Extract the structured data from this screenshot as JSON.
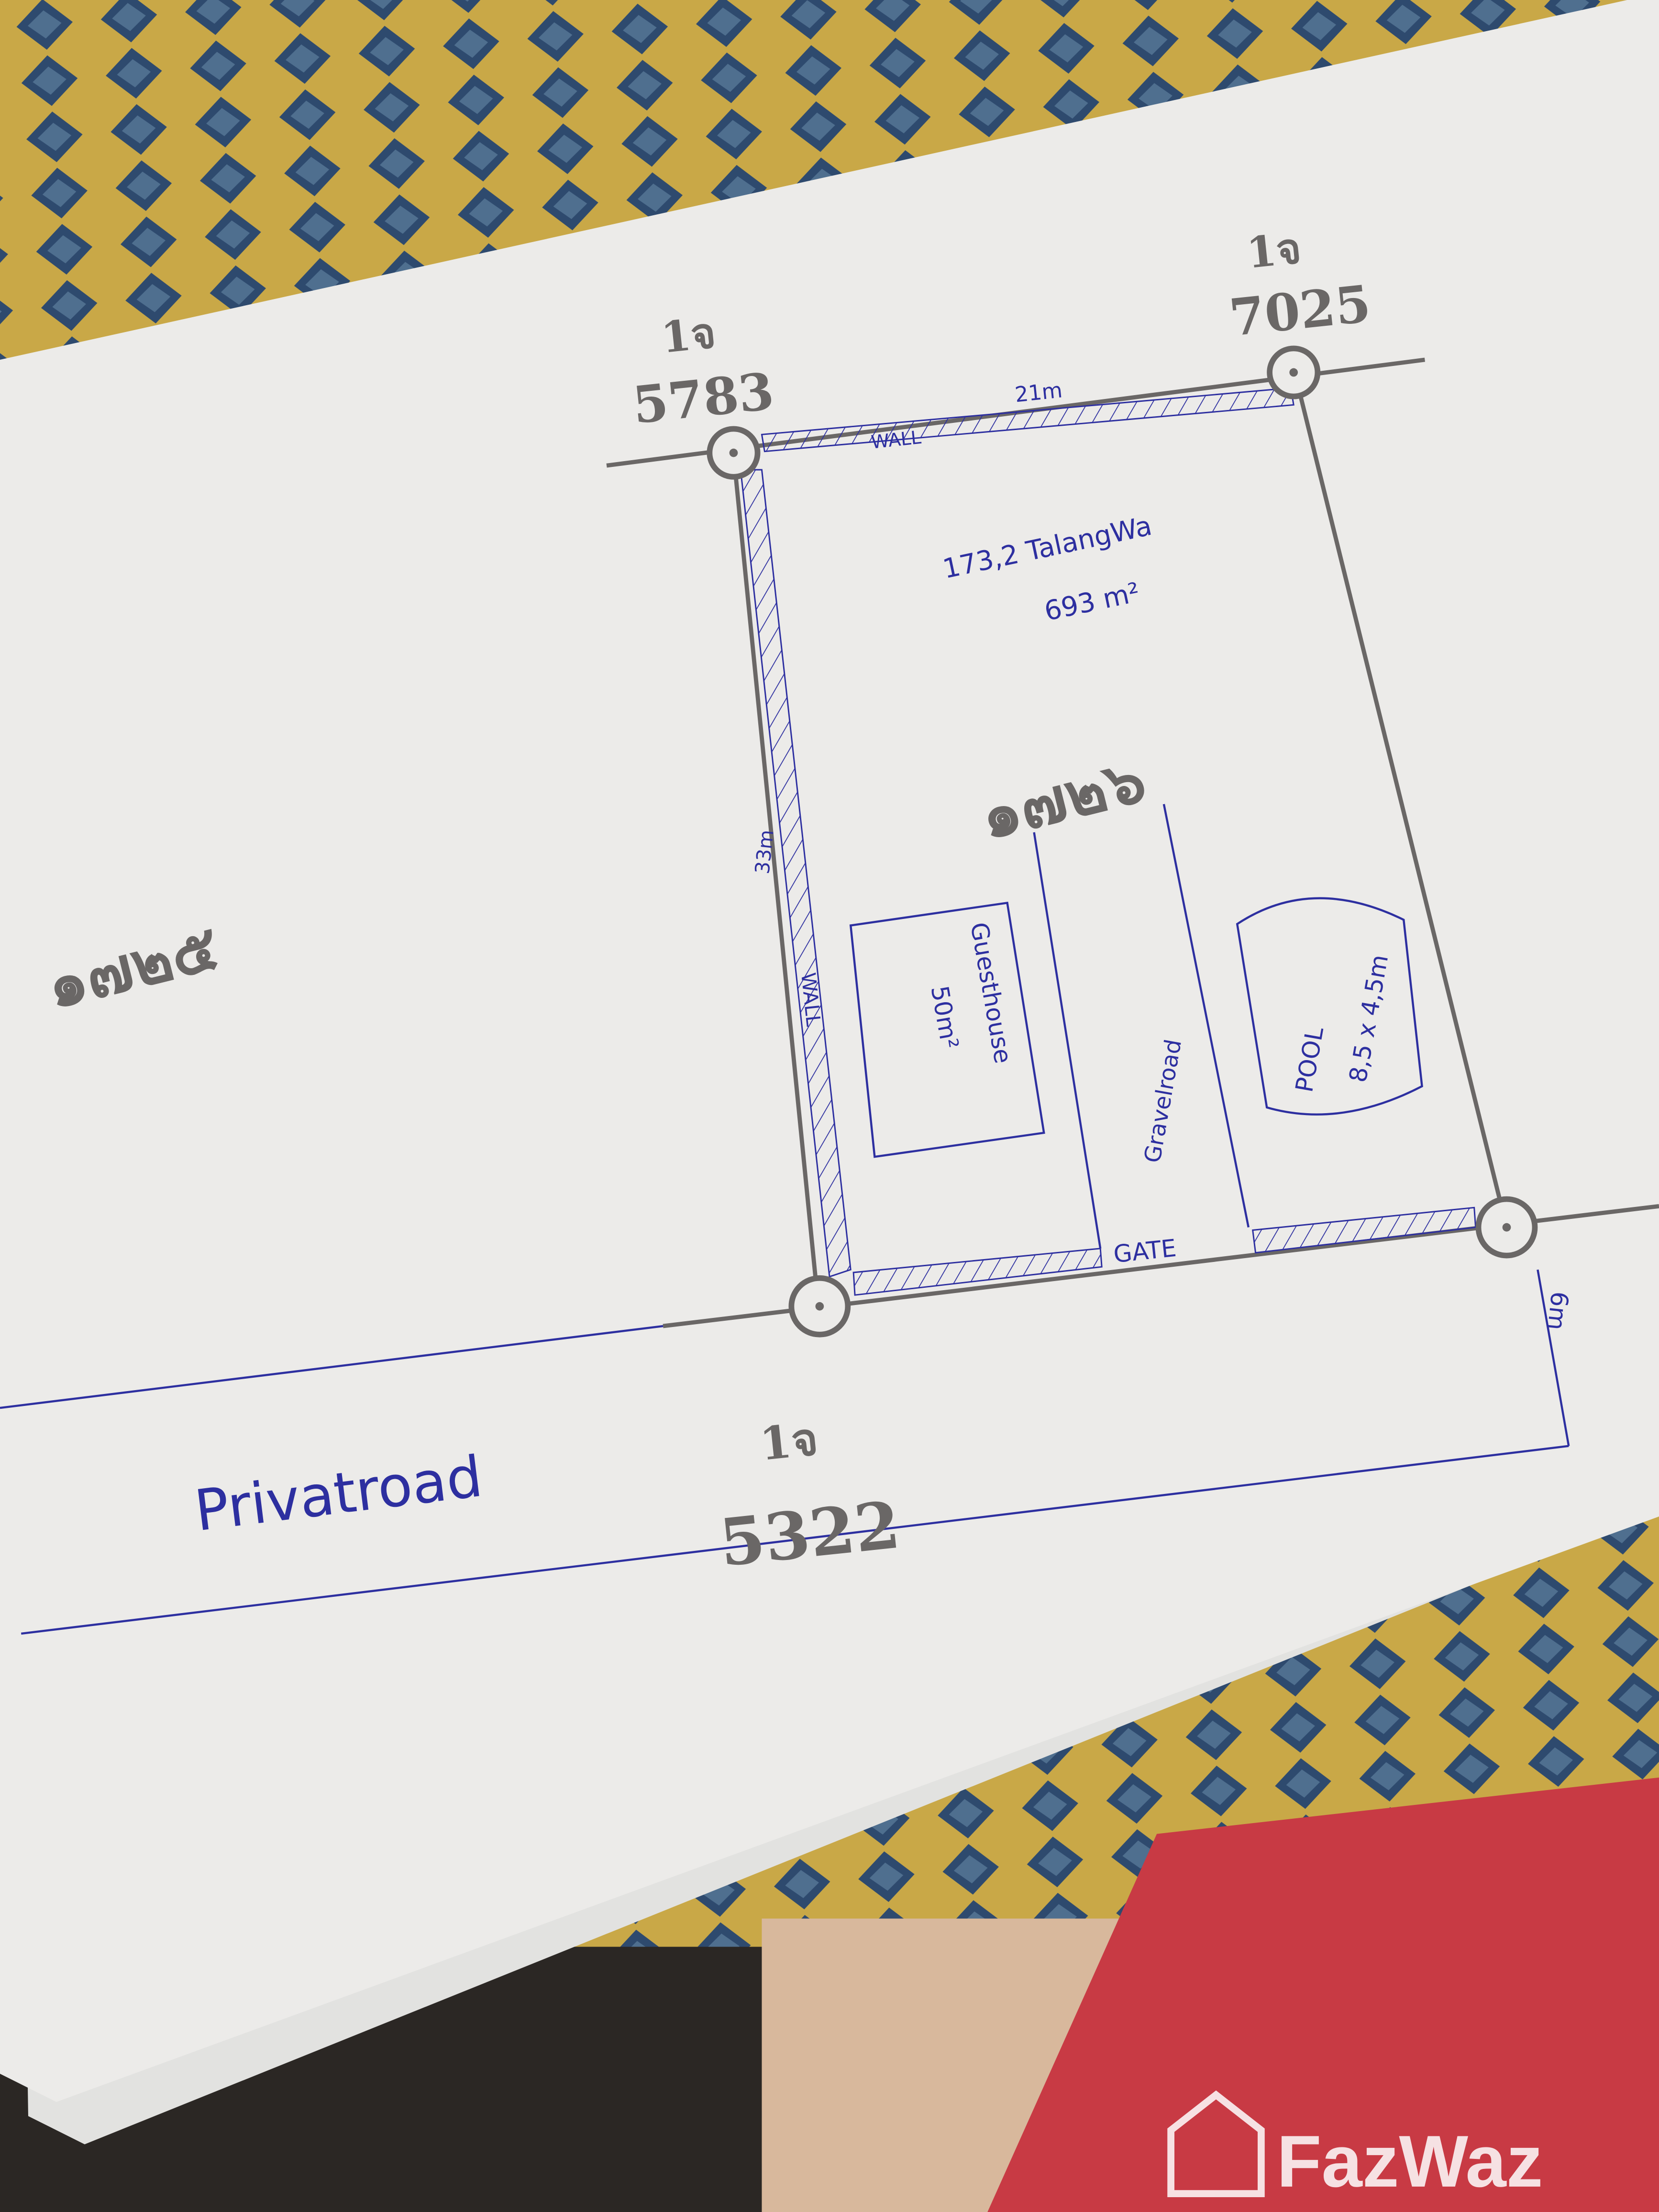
{
  "plot": {
    "area_talangwa": "173,2 TalangWa",
    "area_m2": "693 m²",
    "plot_number": "๑๗๒๖",
    "neighbor_plot_number": "๑๗๒๕"
  },
  "markers": [
    {
      "prefix": "1จ",
      "number": "5783"
    },
    {
      "prefix": "1จ",
      "number": "7025"
    },
    {
      "prefix": "1จ",
      "number": "5322"
    }
  ],
  "dimensions": {
    "top": "21m",
    "left": "33m",
    "road_width": "6m"
  },
  "labels": {
    "wall_top": "WALL",
    "wall_left": "WALL",
    "gate": "GATE",
    "guesthouse": "Guesthouse",
    "guesthouse_area": "50m²",
    "gravelroad": "Gravelroad",
    "pool": "POOL",
    "pool_size": "8,5 x 4,5m",
    "private_road": "Privatroad"
  },
  "watermark": "FazWaz",
  "colors": {
    "ink": "#2d2fa0",
    "pencil": "#6a6766",
    "paper": "#ececea",
    "fabric_yellow": "#c9a847",
    "fabric_blue": "#2e4a6e"
  }
}
